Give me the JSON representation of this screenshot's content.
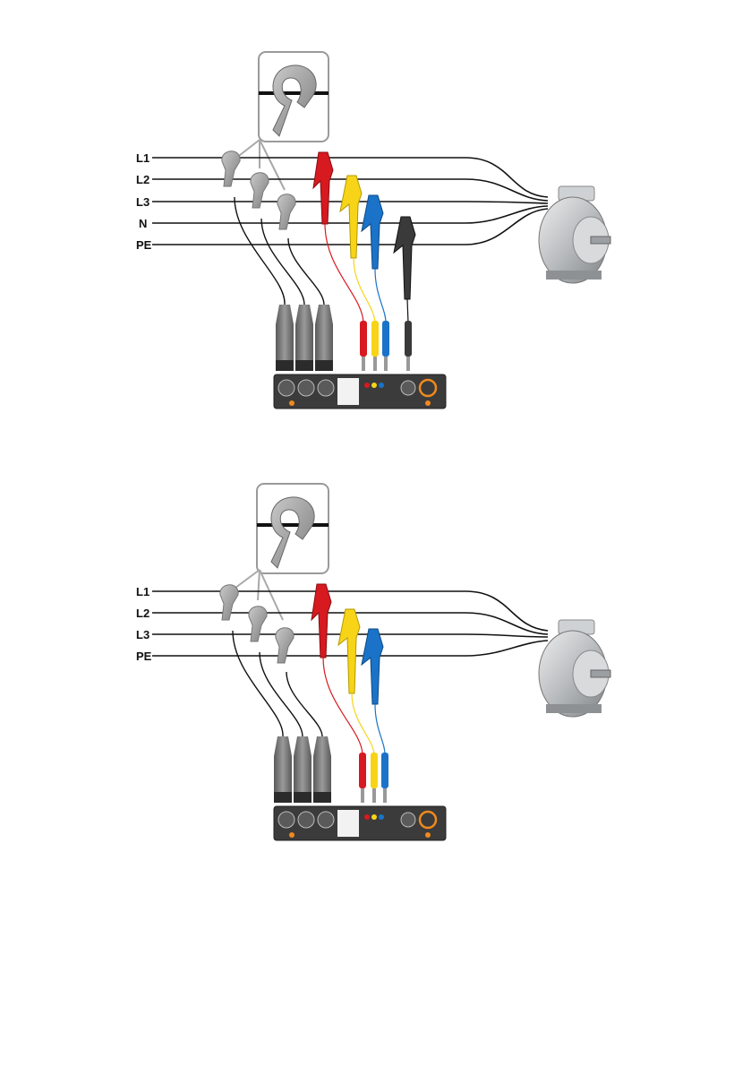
{
  "colors": {
    "conductor": "#111111",
    "clamp_gray": "#9a9a9a",
    "arrow_gray": "#a8a8a8",
    "red": "#d71920",
    "yellow": "#f7d417",
    "blue": "#1a73c8",
    "black_probe": "#3a3a3a",
    "meter_panel": "#3b3b3b",
    "orange": "#f08a1c"
  },
  "icons": [
    "clamp-detail-icon",
    "current-clamp-icon",
    "crocodile-clip-icon",
    "plug-icon",
    "electric-motor-icon",
    "meter-panel-icon"
  ],
  "diagrams": [
    {
      "name": "four-wire-with-n",
      "lines": [
        {
          "label": "L1"
        },
        {
          "label": "L2"
        },
        {
          "label": "L3"
        },
        {
          "label": "N"
        },
        {
          "label": "PE"
        }
      ],
      "clamps": 3,
      "voltage_clips": [
        "red",
        "yellow",
        "blue",
        "black"
      ]
    },
    {
      "name": "three-wire-without-n",
      "lines": [
        {
          "label": "L1"
        },
        {
          "label": "L2"
        },
        {
          "label": "L3"
        },
        {
          "label": "PE"
        }
      ],
      "clamps": 3,
      "voltage_clips": [
        "red",
        "yellow",
        "blue"
      ]
    }
  ]
}
